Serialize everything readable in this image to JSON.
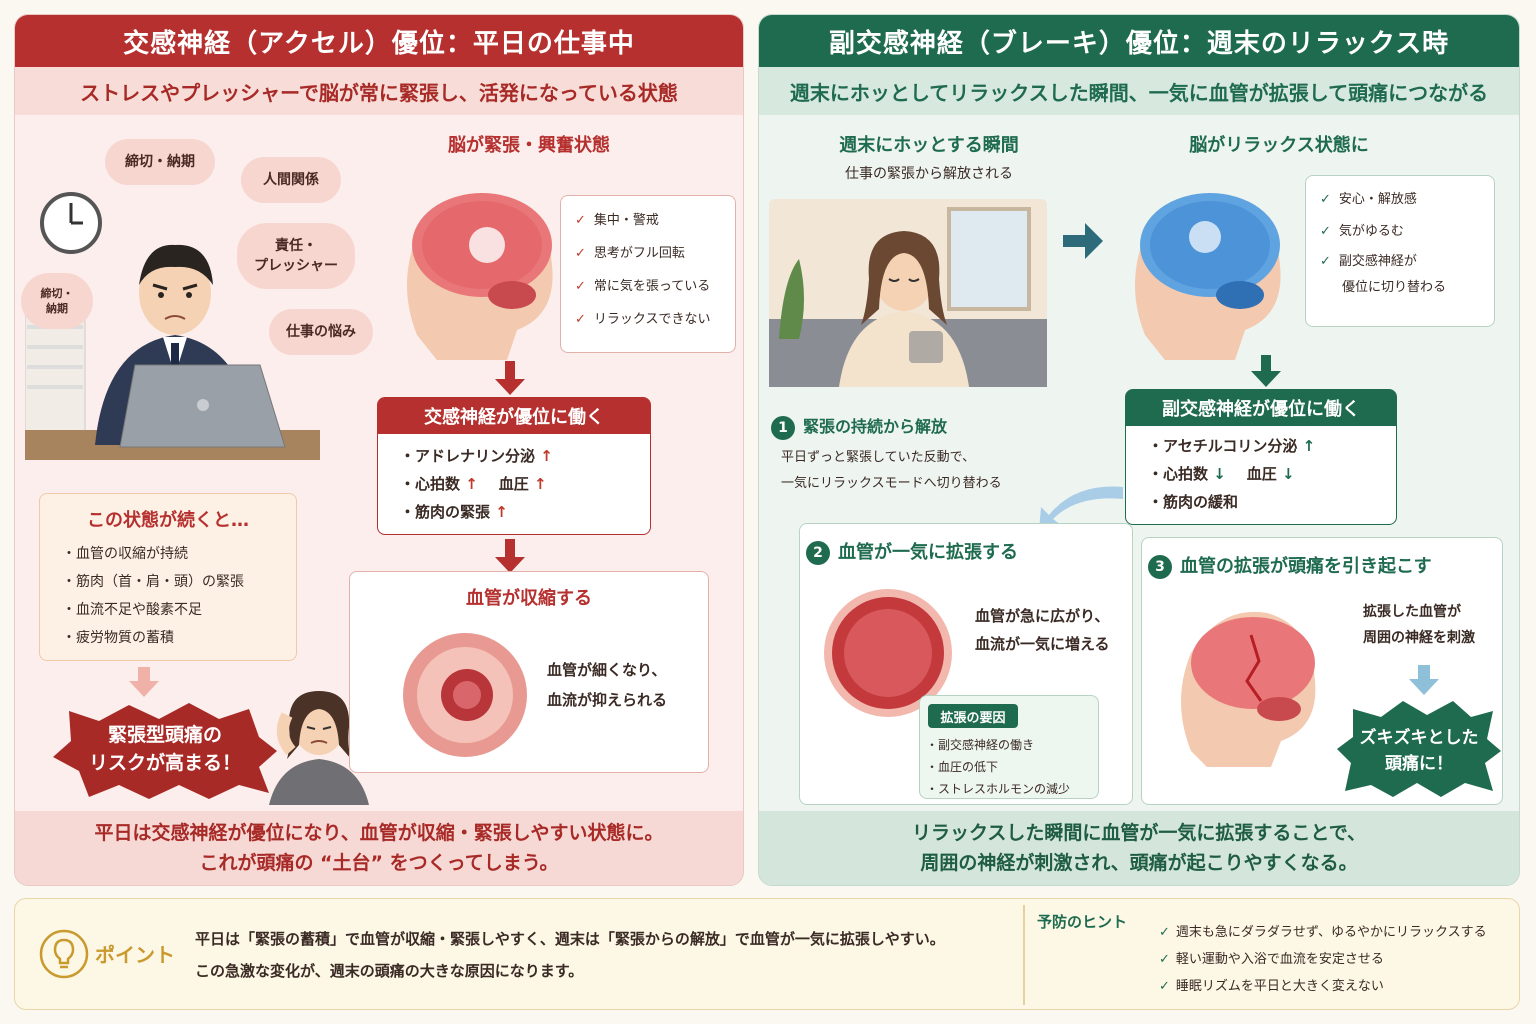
{
  "left": {
    "header": "交感神経（アクセル）優位：平日の仕事中",
    "subheader": "ストレスやプレッシャーで脳が常に緊張し、活発になっている状態",
    "bubbles": [
      "締切・納期",
      "人間関係",
      "責任・\nプレッシャー",
      "仕事の悩み",
      "締切・\n納期"
    ],
    "brain_title": "脳が緊張・興奮状態",
    "brain_checks": [
      "集中・警戒",
      "思考がフル回転",
      "常に気を張っている",
      "リラックスできない"
    ],
    "sympathetic": {
      "title": "交感神経が優位に働く",
      "items": [
        "・アドレナリン分泌",
        "・心拍数",
        "血圧",
        "・筋肉の緊張"
      ],
      "arrow_up": "↑"
    },
    "continue": {
      "title": "この状態が続くと…",
      "items": [
        "・血管の収縮が持続",
        "・筋肉（首・肩・頭）の緊張",
        "・血流不足や酸素不足",
        "・疲労物質の蓄積"
      ]
    },
    "risk": "緊張型頭痛の\nリスクが高まる！",
    "constrict": {
      "title": "血管が収縮する",
      "desc": [
        "血管が細くなり、",
        "血流が抑えられる"
      ]
    },
    "footer": [
      "平日は交感神経が優位になり、血管が収縮・緊張しやすい状態に。",
      "これが頭痛の “土台” をつくってしまう。"
    ]
  },
  "right": {
    "header": "副交感神経（ブレーキ）優位：週末のリラックス時",
    "subheader": "週末にホッとしてリラックスした瞬間、一気に血管が拡張して頭痛につながる",
    "moment_title": "週末にホッとする瞬間",
    "moment_sub": "仕事の緊張から解放される",
    "brain_title": "脳がリラックス状態に",
    "brain_checks": [
      "安心・解放感",
      "気がゆるむ",
      "副交感神経が",
      "優位に切り替わる"
    ],
    "parasym": {
      "title": "副交感神経が優位に働く",
      "items": [
        "・アセチルコリン分泌",
        "・心拍数",
        "血圧",
        "・筋肉の緩和"
      ],
      "arrow_up": "↑",
      "arrow_down": "↓"
    },
    "step1": {
      "num": "1",
      "title": "緊張の持続から解放",
      "desc": [
        "平日ずっと緊張していた反動で、",
        "一気にリラックスモードへ切り替わる"
      ]
    },
    "step2": {
      "num": "2",
      "title": "血管が一気に拡張する",
      "desc": [
        "血管が急に広がり、",
        "血流が一気に増える"
      ],
      "factors_title": "拡張の要因",
      "factors": [
        "・副交感神経の働き",
        "・血圧の低下",
        "・ストレスホルモンの減少"
      ]
    },
    "step3": {
      "num": "3",
      "title": "血管の拡張が頭痛を引き起こす",
      "desc": [
        "拡張した血管が",
        "周囲の神経を刺激"
      ],
      "result": "ズキズキとした\n頭痛に！"
    },
    "footer": [
      "リラックスした瞬間に血管が一気に拡張することで、",
      "周囲の神経が刺激され、頭痛が起こりやすくなる。"
    ]
  },
  "point": {
    "label": "ポイント",
    "lines": [
      "平日は「緊張の蓄積」で血管が収縮・緊張しやすく、週末は「緊張からの解放」で血管が一気に拡張しやすい。",
      "この急激な変化が、週末の頭痛の大きな原因になります。"
    ],
    "tips_title": "予防のヒント",
    "tips": [
      "週末も急にダラダラせず、ゆるやかにリラックスする",
      "軽い運動や入浴で血流を安定させる",
      "睡眠リズムを平日と大きく変えない"
    ]
  },
  "colors": {
    "red": "#b5302e",
    "green": "#1f6b50",
    "gold": "#c99a2e"
  }
}
